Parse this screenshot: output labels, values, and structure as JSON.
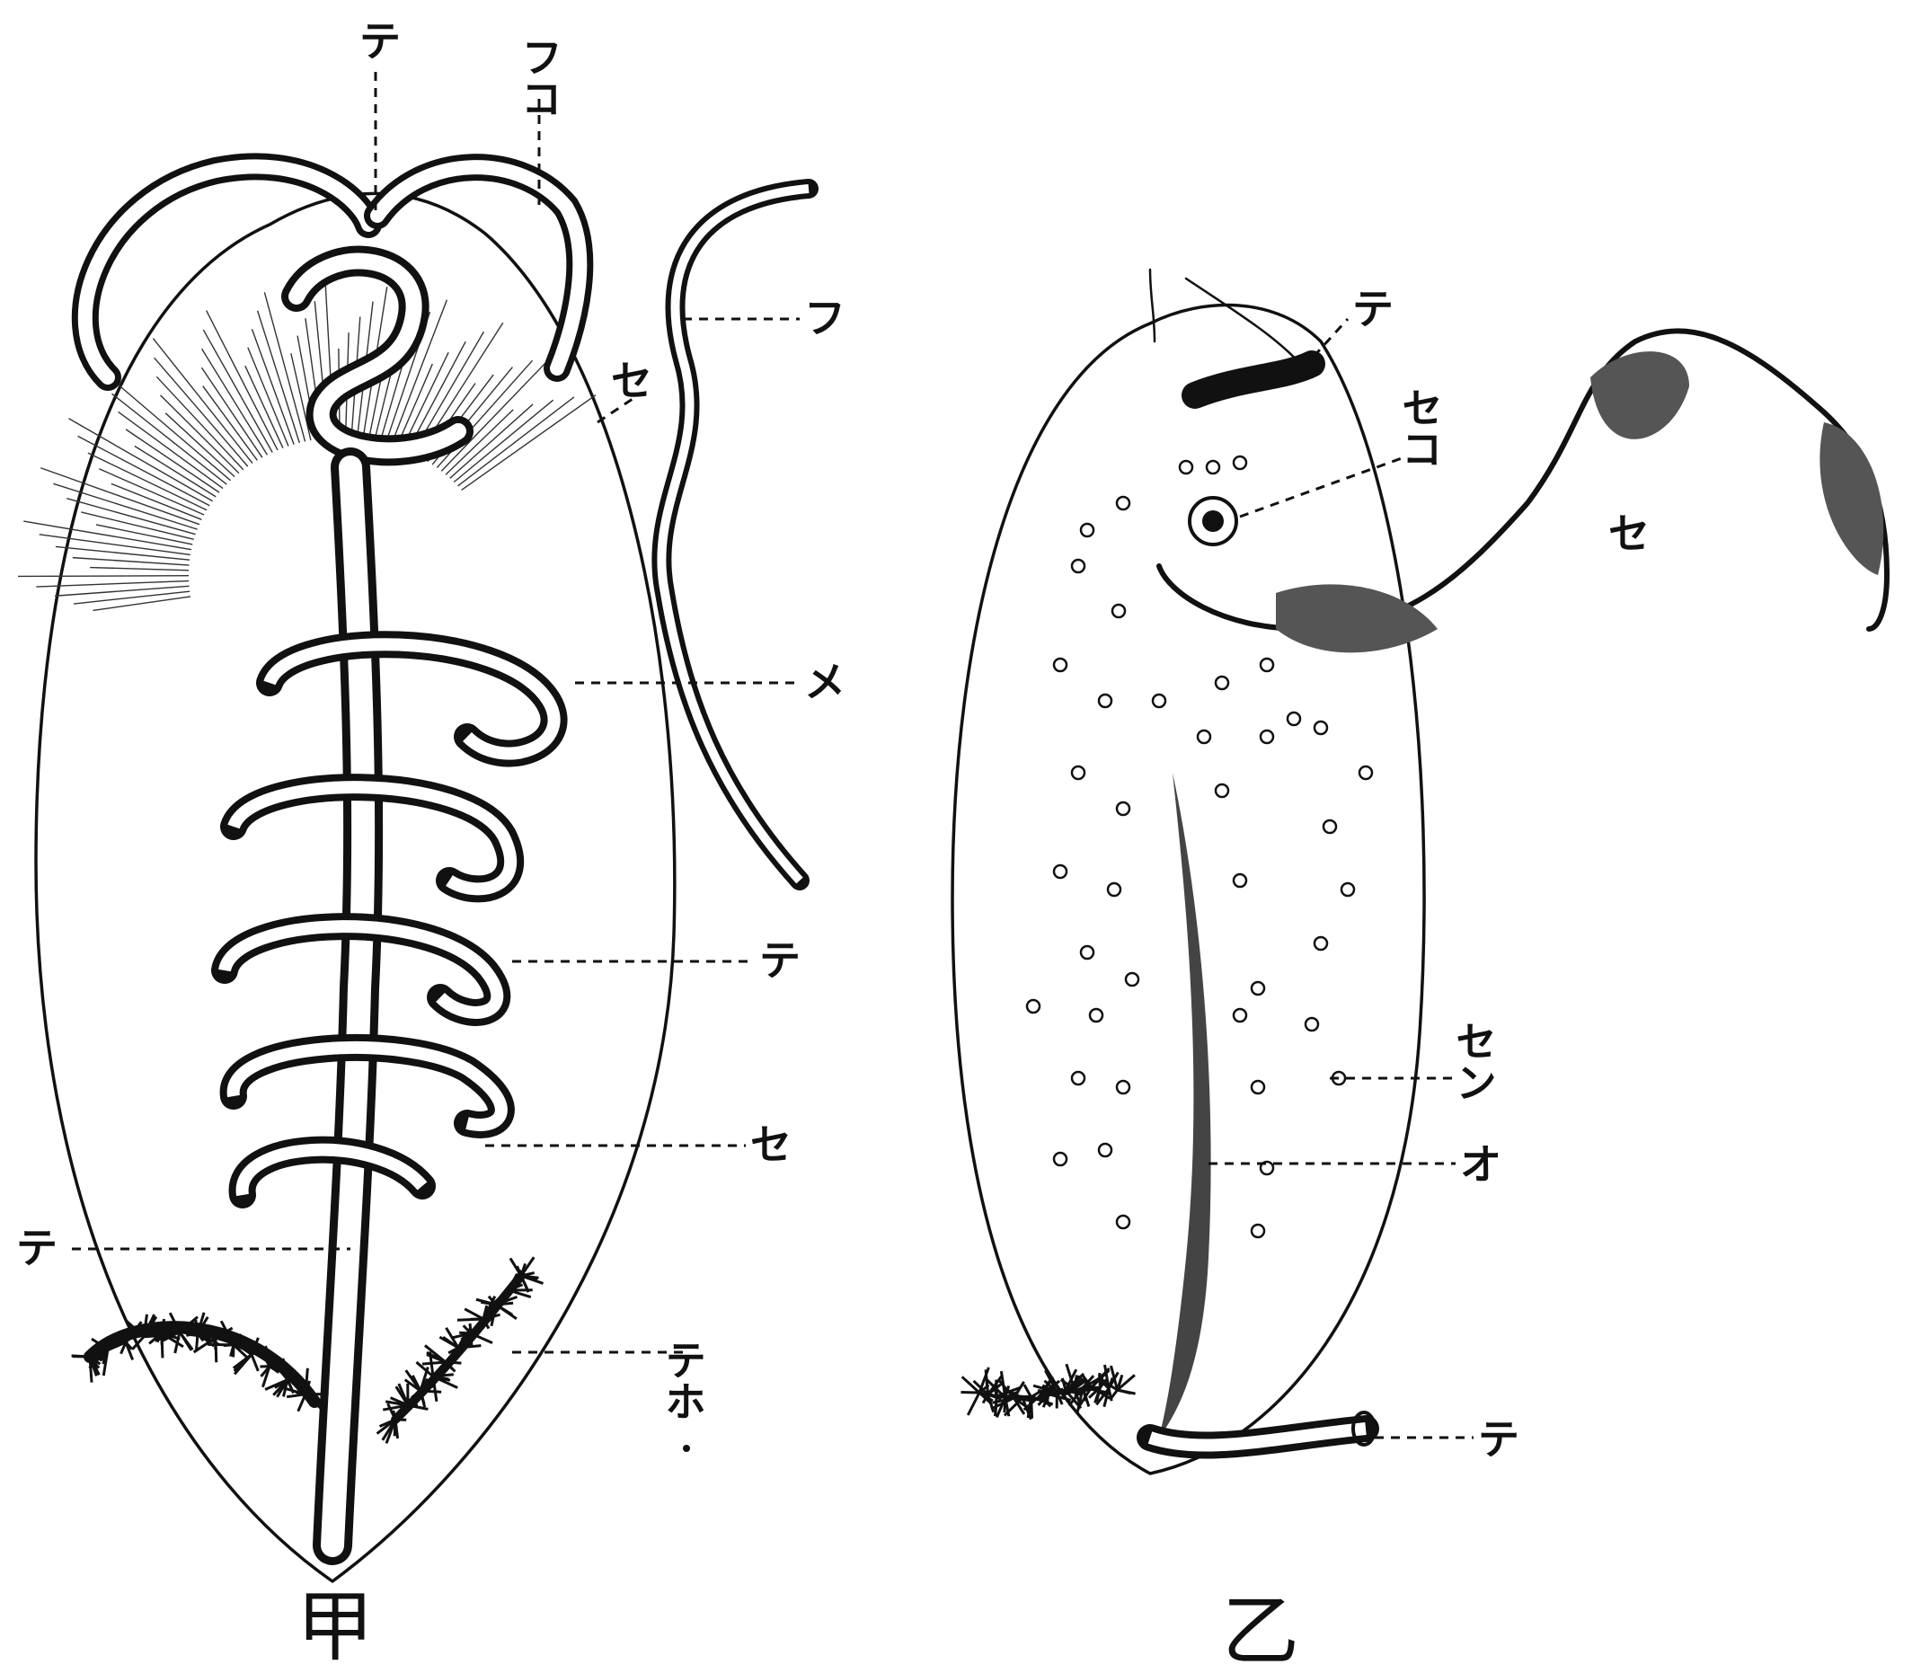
{
  "figure_a": {
    "caption": "甲",
    "labels": {
      "te_top": "テ",
      "fuko": "フコ",
      "fu": "フ",
      "se_upper": "セ",
      "me": "メ",
      "te_mid": "テ",
      "se_lower": "セ",
      "te_left": "テ",
      "teho": "テホ"
    }
  },
  "figure_b": {
    "caption": "乙",
    "labels": {
      "te_top": "テ",
      "seko": "セコ",
      "se": "セ",
      "sen": "セン",
      "o": "オ",
      "te_bottom": "テ"
    }
  },
  "colors": {
    "ink": "#111111",
    "paper": "#ffffff"
  }
}
